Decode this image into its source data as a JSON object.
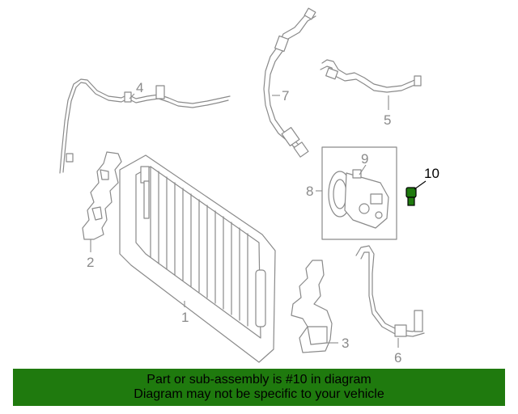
{
  "diagram": {
    "callouts": {
      "c1": "1",
      "c2": "2",
      "c3": "3",
      "c4": "4",
      "c5": "5",
      "c6": "6",
      "c7": "7",
      "c8": "8",
      "c9": "9",
      "c10": "10"
    },
    "highlight_part": "10",
    "colors": {
      "line_art": "#8a8a8a",
      "highlight": "#000000",
      "highlight_part_fill": "#1f7a0e",
      "banner_background": "#1f7a0e",
      "banner_text": "#000000"
    }
  },
  "banner": {
    "line1": "Part or sub-assembly is #10 in diagram",
    "line2": "Diagram may not be specific to your vehicle"
  }
}
